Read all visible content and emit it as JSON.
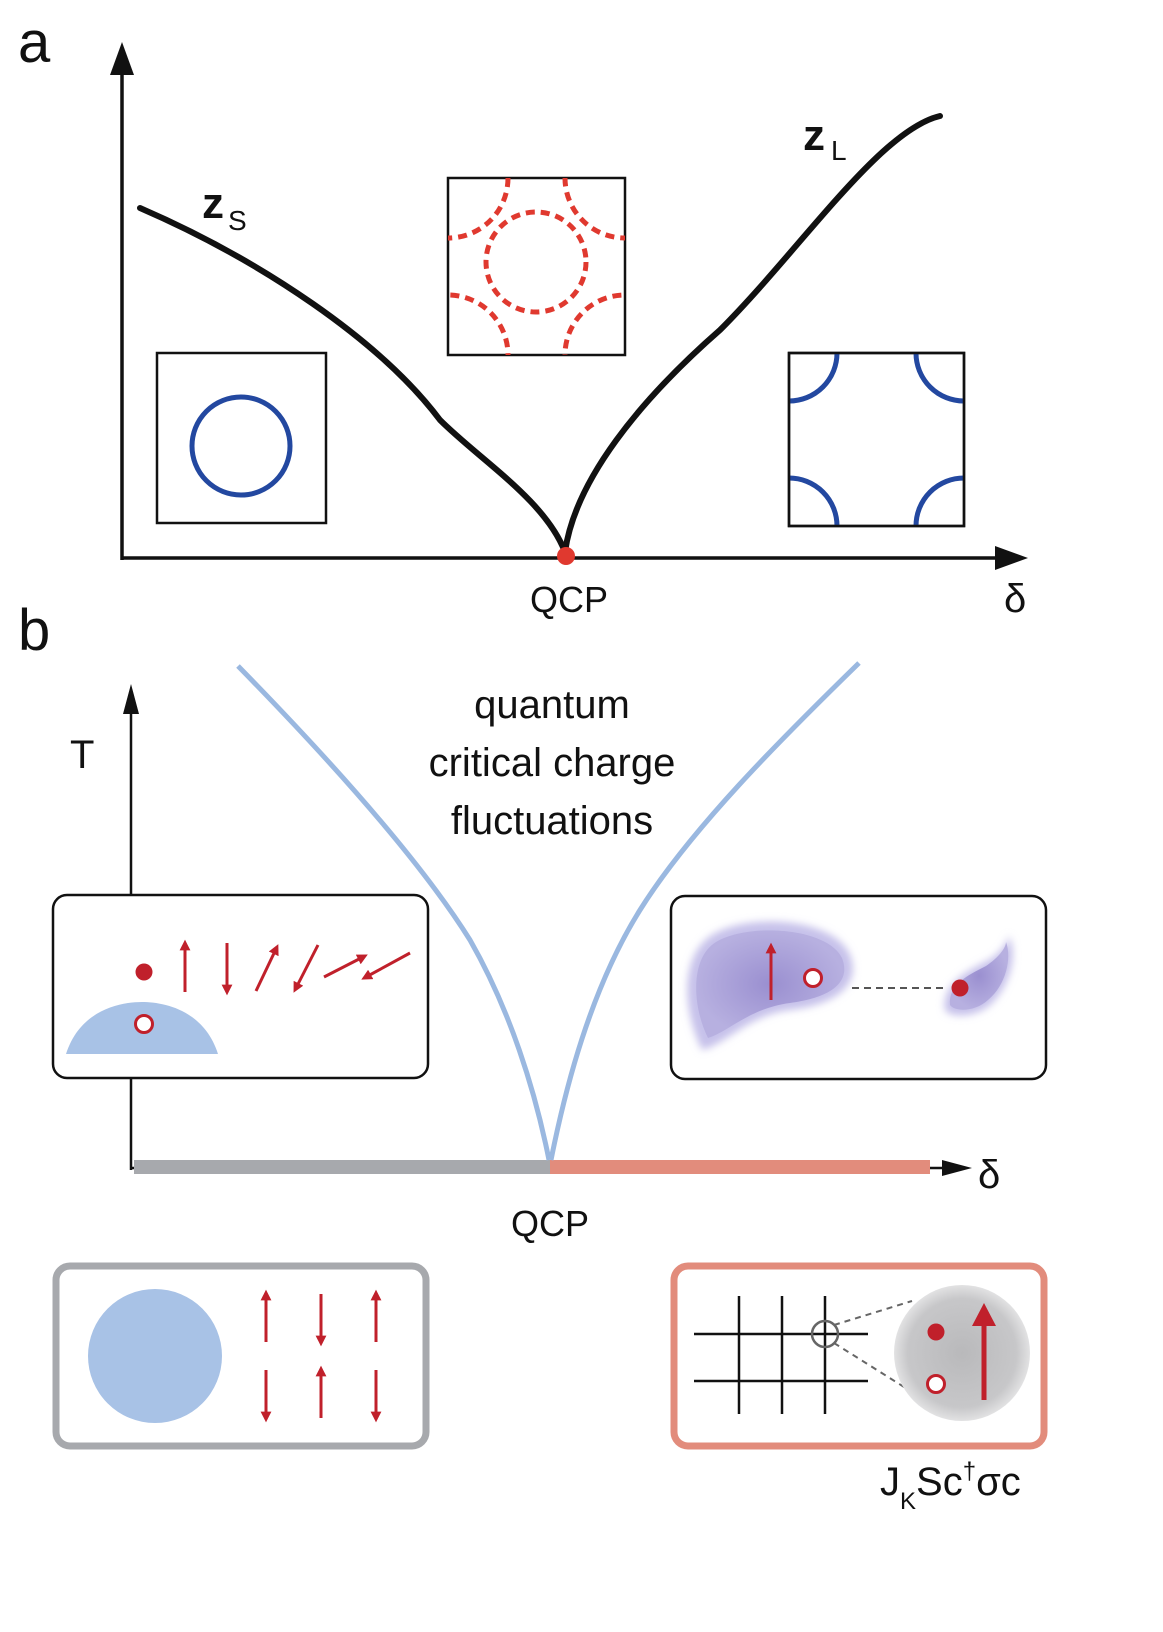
{
  "panel_a": {
    "panel_label": "a",
    "curve_labels": {
      "left_main": "z",
      "left_sub": "S",
      "right_main": "z",
      "right_sub": "L"
    },
    "x_axis_label": "δ",
    "critical_point_label": "QCP",
    "insets": [
      {
        "id": "small-fermi-surface",
        "style": "solid",
        "color": "#2348a0"
      },
      {
        "id": "critical-fermi-surface",
        "style": "dashed",
        "color": "#e0392f"
      },
      {
        "id": "large-fermi-surface",
        "style": "solid",
        "color": "#2348a0"
      }
    ]
  },
  "panel_b": {
    "panel_label": "b",
    "y_axis_label": "T",
    "x_axis_label": "δ",
    "critical_point_label": "QCP",
    "region_label_lines": [
      "quantum",
      "critical charge",
      "fluctuations"
    ],
    "kondo_term": {
      "prefix": "J",
      "subscript": "K",
      "middle": "Sc",
      "superscript": "†",
      "suffix": "σc"
    },
    "colors": {
      "crossover": "#9ab8e0",
      "left_phase": "#a7a9ad",
      "right_phase": "#e28c7c",
      "spin": "#c0202b"
    }
  }
}
